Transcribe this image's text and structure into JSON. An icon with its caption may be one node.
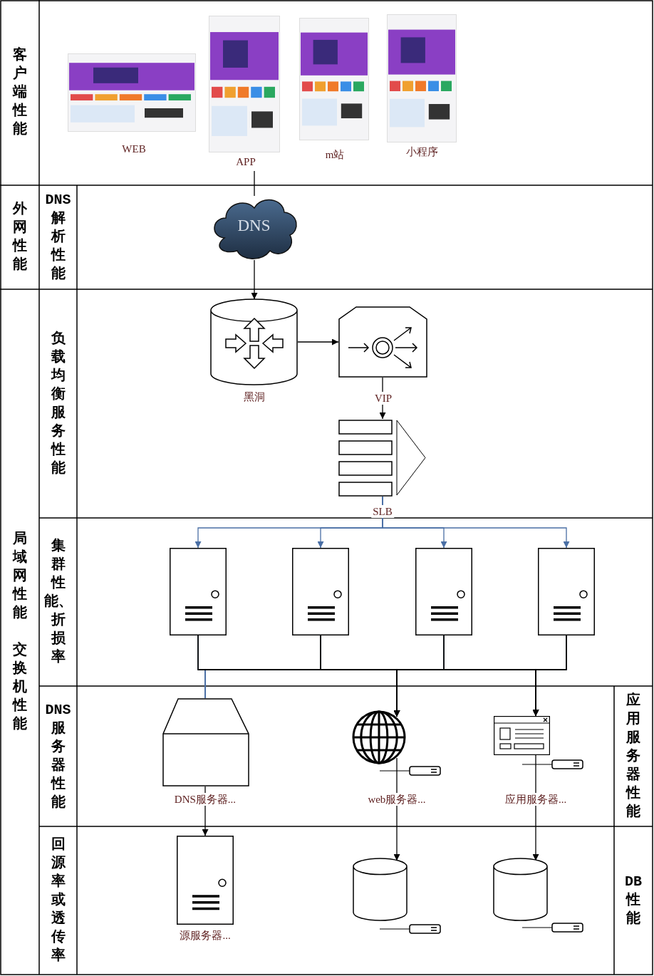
{
  "diagram": {
    "nodes": [
      {
        "text": [
          "客户端性能"
        ]
      },
      {
        "text": [],
        "shape": "picture",
        "beside": [
          "WEB"
        ]
      },
      {
        "text": [],
        "shape": "picture",
        "beside": [
          "APP"
        ]
      },
      {
        "text": [],
        "shape": "picture",
        "beside": [
          "m站"
        ]
      },
      {
        "text": [],
        "shape": "picture",
        "beside": [
          "小程序"
        ]
      },
      {
        "text": [
          "外网性能"
        ]
      },
      {
        "text": [
          "DNS解析性能"
        ]
      },
      {
        "text": [
          "DNS"
        ]
      },
      {
        "text": [
          "局域网性能",
          "交换机性能"
        ]
      },
      {
        "text": [
          "负载均衡服务性能"
        ]
      },
      {
        "text": [],
        "shape": "cylinder",
        "beside": [
          "黑洞"
        ]
      },
      {
        "text": [],
        "shape": "box",
        "beside": [
          "VIP"
        ]
      },
      {
        "text": [],
        "shape": "queue",
        "beside": [
          "SLB"
        ]
      },
      {
        "text": [
          "集群性能、折损率"
        ]
      },
      {
        "text": [],
        "shape": "server"
      },
      {
        "text": [],
        "shape": "server"
      },
      {
        "text": [],
        "shape": "server"
      },
      {
        "text": [],
        "shape": "server"
      },
      {
        "text": [
          "DNS服务器性能"
        ]
      },
      {
        "text": [],
        "shape": "trapezoid",
        "beside": [
          "DNS服务器..."
        ]
      },
      {
        "text": [],
        "shape": "globe",
        "beside": [
          "web服务器..."
        ]
      },
      {
        "text": [],
        "shape": "window",
        "beside": [
          "应用服务器..."
        ]
      },
      {
        "text": [
          "应用服务器性能"
        ]
      },
      {
        "text": [
          "回源率或透传率"
        ]
      },
      {
        "text": [],
        "shape": "server",
        "beside": [
          "源服务器..."
        ]
      },
      {
        "text": [],
        "shape": "cylinder"
      },
      {
        "text": [],
        "shape": "cylinder"
      },
      {
        "text": [
          "DB性能"
        ]
      }
    ],
    "edges": [
      {
        "from": 2,
        "to": 7,
        "arrow": "none"
      },
      {
        "from": 7,
        "to": 10,
        "arrow": "to"
      },
      {
        "from": 10,
        "to": 11,
        "arrow": "to"
      },
      {
        "from": 11,
        "to": 12,
        "arrow": "to"
      },
      {
        "from": 12,
        "to": 14,
        "arrow": "to",
        "color": "#4a6fa5"
      },
      {
        "from": 12,
        "to": 15,
        "arrow": "to",
        "color": "#4a6fa5"
      },
      {
        "from": 12,
        "to": 16,
        "arrow": "to",
        "color": "#4a6fa5"
      },
      {
        "from": 12,
        "to": 17,
        "arrow": "to",
        "color": "#4a6fa5"
      },
      {
        "from": 14,
        "to": 19,
        "arrow": "none",
        "color": "#4a6fa5"
      },
      {
        "from": 15,
        "to": 19,
        "arrow": "none",
        "color": "#4a6fa5"
      },
      {
        "from": 16,
        "to": 19,
        "arrow": "none",
        "color": "#4a6fa5"
      },
      {
        "from": 17,
        "to": 19,
        "arrow": "none",
        "color": "#4a6fa5"
      },
      {
        "from": 14,
        "to": 20,
        "arrow": "to"
      },
      {
        "from": 15,
        "to": 20,
        "arrow": "to"
      },
      {
        "from": 16,
        "to": 20,
        "arrow": "to"
      },
      {
        "from": 17,
        "to": 20,
        "arrow": "to"
      },
      {
        "from": 14,
        "to": 21,
        "arrow": "to"
      },
      {
        "from": 15,
        "to": 21,
        "arrow": "to"
      },
      {
        "from": 16,
        "to": 21,
        "arrow": "to"
      },
      {
        "from": 17,
        "to": 21,
        "arrow": "to"
      },
      {
        "from": 19,
        "to": 24,
        "arrow": "to"
      },
      {
        "from": 20,
        "to": 25,
        "arrow": "to"
      },
      {
        "from": 21,
        "to": 26,
        "arrow": "to"
      }
    ]
  }
}
